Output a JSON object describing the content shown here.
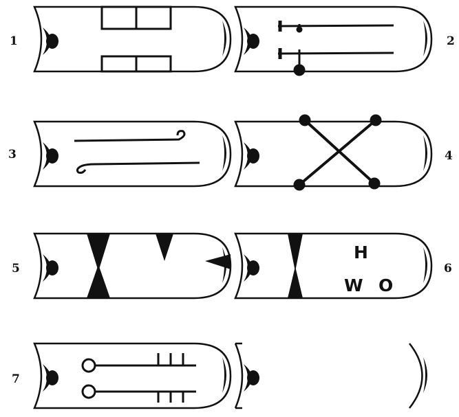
{
  "figure": {
    "colors": {
      "ink": "#111111",
      "paper": "#ffffff"
    },
    "tabs": [
      {
        "number": "1",
        "mark": "double-rectangles"
      },
      {
        "number": "2",
        "mark": "two-swords"
      },
      {
        "number": "3",
        "mark": "two-scrolled-lines"
      },
      {
        "number": "4",
        "mark": "crossed-bars"
      },
      {
        "number": "5",
        "mark": "triangles"
      },
      {
        "number": "6",
        "mark": "triangles-with-letters",
        "letters": [
          "H",
          "W",
          "O"
        ]
      },
      {
        "number": "7",
        "mark": "keys"
      },
      {
        "number": "",
        "mark": "blank"
      }
    ]
  }
}
